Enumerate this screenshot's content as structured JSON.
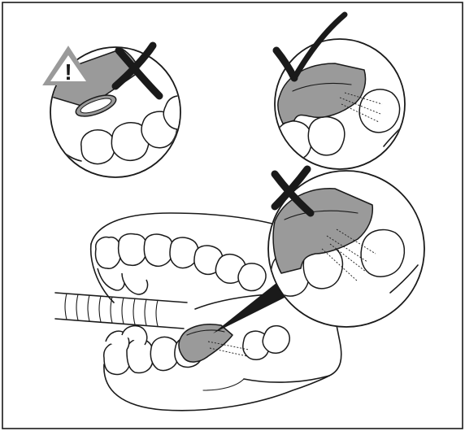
{
  "figure": {
    "colors": {
      "line": "#1a1a1a",
      "tip_fill": "#9a9a9a",
      "warning_fill": "#9a9a9a",
      "background": "#ffffff"
    },
    "panels": [
      {
        "id": "panel-incorrect-angle",
        "verdict": "incorrect",
        "mark_icon": "cross-mark-icon",
        "warning_icon": "warning-triangle-icon"
      },
      {
        "id": "panel-correct-position",
        "verdict": "correct",
        "mark_icon": "check-mark-icon"
      },
      {
        "id": "panel-incorrect-position",
        "verdict": "incorrect",
        "mark_icon": "cross-mark-icon"
      }
    ],
    "warning_symbol": "!"
  }
}
